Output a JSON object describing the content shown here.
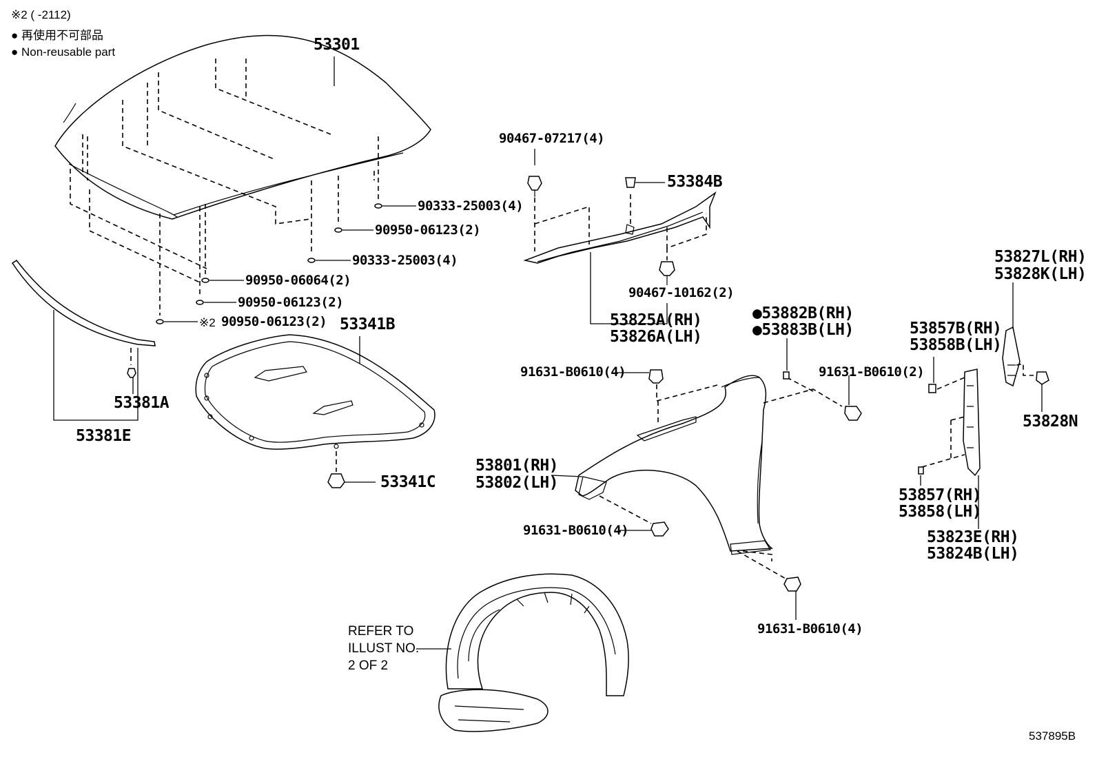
{
  "legend": {
    "note_code": "※2 (      -2112)",
    "non_reusable_jp": "● 再使用不可部品",
    "non_reusable_en": "● Non-reusable part"
  },
  "labels": {
    "hood": "53301",
    "hood_clip_a": "90333-25003(4)",
    "hood_clip_b": "90950-06123(2)",
    "hood_clip_c": "90333-25003(4)",
    "hood_clip_d": "90950-06064(2)",
    "hood_clip_e": "90950-06123(2)",
    "hood_clip_f_prefix": "※2",
    "hood_clip_f": "90950-06123(2)",
    "seal_clip": "53381A",
    "seal": "53381E",
    "insulator": "53341B",
    "insulator_clip": "53341C",
    "cowl_clip_top": "90467-07217(4)",
    "cowl_bolt": "53384B",
    "cowl_clip_bottom": "90467-10162(2)",
    "cowl_seal_rh": "53825A(RH)",
    "cowl_seal_lh": "53826A(LH)",
    "fender_bolt_top": "91631-B0610(4)",
    "fender_bolt_left": "91631-B0610(4)",
    "fender_bolt_right": "91631-B0610(2)",
    "fender_bolt_bottom": "91631-B0610(4)",
    "fender_rh": "53801(RH)",
    "fender_lh": "53802(LH)",
    "liner_rh": "●53882B(RH)",
    "liner_lh": "●53883B(LH)",
    "pad_upper_rh": "53857B(RH)",
    "pad_upper_lh": "53858B(LH)",
    "pad_lower_rh": "53857(RH)",
    "pad_lower_lh": "53858(LH)",
    "bracket_rh": "53823E(RH)",
    "bracket_lh": "53824B(LH)",
    "seal_side_rh": "53827L(RH)",
    "seal_side_lh": "53828K(LH)",
    "seal_side_clip": "53828N",
    "refer_line1": "REFER TO",
    "refer_line2": "ILLUST NO.",
    "refer_line3": "2 OF 2",
    "illust_id": "537895B"
  }
}
